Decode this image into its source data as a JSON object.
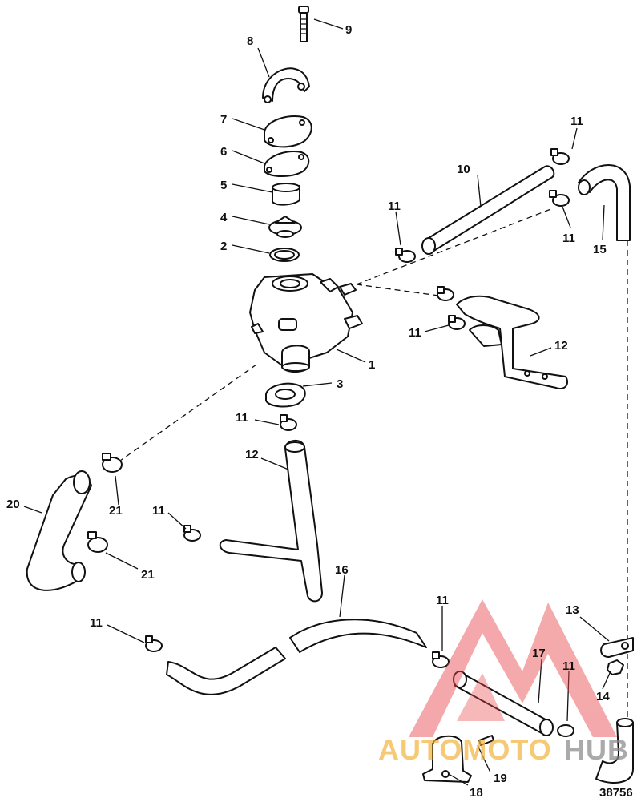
{
  "callouts": {
    "c1": "1",
    "c2": "2",
    "c3": "3",
    "c4": "4",
    "c5": "5",
    "c6": "6",
    "c7": "7",
    "c8": "8",
    "c9": "9",
    "c10": "10",
    "c11a": "11",
    "c11b": "11",
    "c11c": "11",
    "c11d": "11",
    "c11e": "11",
    "c11f": "11",
    "c11g": "11",
    "c11h": "11",
    "c11i": "11",
    "c12a": "12",
    "c12b": "12",
    "c13": "13",
    "c14": "14",
    "c15": "15",
    "c16": "16",
    "c17": "17",
    "c18": "18",
    "c19": "19",
    "c20": "20",
    "c21a": "21",
    "c21b": "21"
  },
  "figure_number": "38756",
  "watermark": {
    "brand_a": "AUTOMOTO",
    "brand_b": "HUB",
    "color_primary": "#e8464a",
    "color_secondary": "#f2b441"
  }
}
